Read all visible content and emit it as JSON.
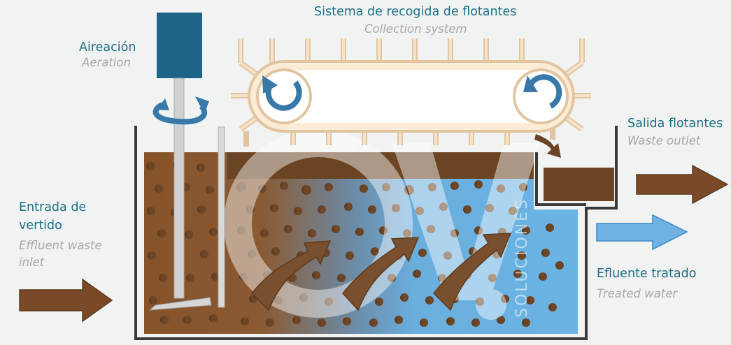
{
  "labels": {
    "collection": {
      "es": "Sistema de recogida de flotantes",
      "en": "Collection system"
    },
    "aeration": {
      "es": "Aireación",
      "en": "Aeration"
    },
    "waste_outlet": {
      "es": "Salida flotantes",
      "en": "Waste outlet"
    },
    "inlet": {
      "es_line1": "Entrada de",
      "es_line2": "vertido",
      "en_line1": "Effluent waste",
      "en_line2": "inlet"
    },
    "treated": {
      "es": "Efluente tratado",
      "en": "Treated water"
    }
  },
  "watermark": {
    "text": "SOLUCIONES"
  },
  "colors": {
    "background": "#f1f2f2",
    "sludge": "#86532a",
    "scum": "#6b4424",
    "water": "#69b2e2",
    "motor": "#1e6487",
    "belt_fill": "#fcebd5",
    "belt_stroke": "#e1c5a0",
    "rotation_arrow": "#3879a9",
    "label_spanish": "#1f6f86",
    "label_english": "#a3a9ac",
    "tank_wall": "#3a3a3a"
  },
  "icons": [
    "rotation-arrow-icon",
    "flow-arrow-icon",
    "motor-icon",
    "paddle-icon"
  ]
}
